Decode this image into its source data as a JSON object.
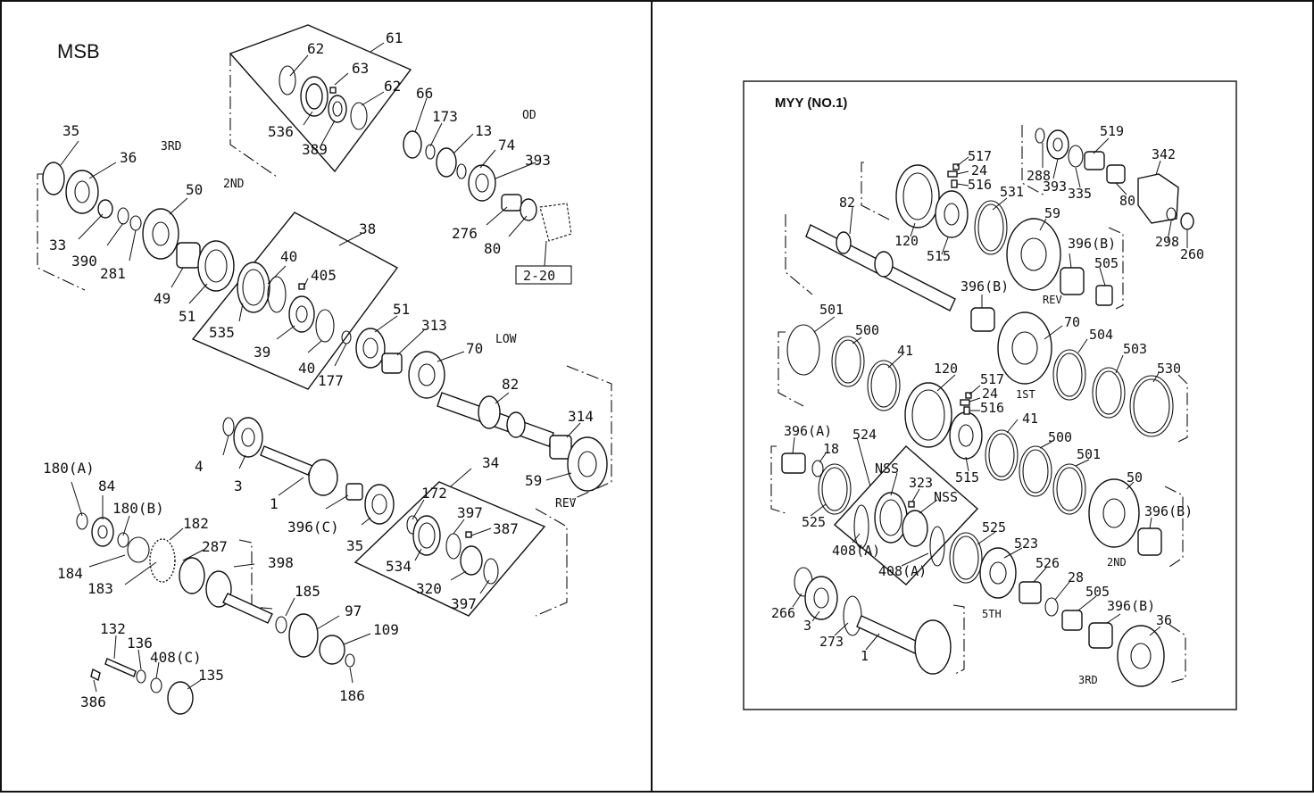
{
  "left_panel": {
    "title": "MSB",
    "ref_box_label": "2-20",
    "labels": {
      "l61": "61",
      "l62a": "62",
      "l63": "63",
      "l62b": "62",
      "l536": "536",
      "l389": "389",
      "l66": "66",
      "l173": "173",
      "l13": "13",
      "l74": "74",
      "l393": "393",
      "lOD": "OD",
      "l276": "276",
      "l80": "80",
      "l35a": "35",
      "l3RD": "3RD",
      "l36": "36",
      "l2ND": "2ND",
      "l50": "50",
      "l33": "33",
      "l390": "390",
      "l281": "281",
      "l49": "49",
      "l38": "38",
      "l40a": "40",
      "l405": "405",
      "l51a": "51",
      "l535": "535",
      "l39": "39",
      "l40b": "40",
      "l177": "177",
      "l51b": "51",
      "l313": "313",
      "l70": "70",
      "lLOW": "LOW",
      "l82": "82",
      "l314": "314",
      "l59": "59",
      "lREV": "REV",
      "l4": "4",
      "l3": "3",
      "l1": "1",
      "l180A": "180(A)",
      "l84": "84",
      "l180B": "180(B)",
      "l182": "182",
      "l287": "287",
      "l398": "398",
      "l184": "184",
      "l183": "183",
      "l396C": "396(C)",
      "l35b": "35",
      "l34": "34",
      "l172": "172",
      "l397a": "397",
      "l387": "387",
      "l534": "534",
      "l320": "320",
      "l397b": "397",
      "l185": "185",
      "l97": "97",
      "l109": "109",
      "l186": "186",
      "l132": "132",
      "l136": "136",
      "l408C": "408(C)",
      "l135": "135",
      "l386": "386"
    }
  },
  "right_panel": {
    "title": "MYY (NO.1)",
    "labels": {
      "r517a": "517",
      "r24a": "24",
      "r516a": "516",
      "r531": "531",
      "r519": "519",
      "r342": "342",
      "r288": "288",
      "r393": "393",
      "r335": "335",
      "r82": "82",
      "r120a": "120",
      "r515a": "515",
      "r59": "59",
      "r396Ba": "396(B)",
      "r505a": "505",
      "r80": "80",
      "r298": "298",
      "r260": "260",
      "r396Bb": "396(B)",
      "rREV": "REV",
      "r70": "70",
      "r501a": "501",
      "r500a": "500",
      "r41a": "41",
      "r120b": "120",
      "r517b": "517",
      "r24b": "24",
      "r516b": "516",
      "r1ST": "1ST",
      "r504": "504",
      "r503": "503",
      "r530": "530",
      "r396A": "396(A)",
      "r18": "18",
      "r524": "524",
      "rNSSa": "NSS",
      "r323": "323",
      "rNSSb": "NSS",
      "r41b": "41",
      "r500b": "500",
      "r515b": "515",
      "r501b": "501",
      "r50": "50",
      "r396Bc": "396(B)",
      "r525a": "525",
      "r408Aa": "408(A)",
      "r408Ab": "408(A)",
      "r525b": "525",
      "r523": "523",
      "r2ND": "2ND",
      "r526": "526",
      "r28": "28",
      "r505b": "505",
      "r396Bd": "396(B)",
      "r36": "36",
      "r266": "266",
      "r3": "3",
      "r273": "273",
      "r1": "1",
      "r5TH": "5TH",
      "r3RD": "3RD"
    }
  }
}
